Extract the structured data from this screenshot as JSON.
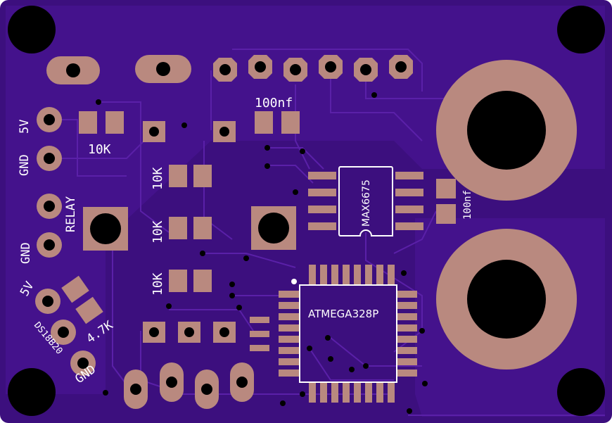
{
  "board": {
    "colors": {
      "substrate": "#3c0f7e",
      "copper_fill": "#4a1594",
      "trace": "#5a20a8",
      "pad": "#b9897f",
      "hole": "#000000",
      "silkscreen": "#ffffff"
    },
    "labels": {
      "res_top": "10K",
      "res_a": "10K",
      "res_b": "10K",
      "res_c": "10K",
      "res_pullup": "4.7K",
      "cap_top": "100nf",
      "cap_right": "100nf",
      "thermo_chip": "MAX6675",
      "mcu_chip": "ATMEGA328P",
      "pin_5v_a": "5V",
      "pin_gnd_a": "GND",
      "pin_relay": "RELAY",
      "pin_gnd_b": "GND",
      "pin_5v_b": "5V",
      "pin_sensor": "DS18B20",
      "pin_gnd_c": "GND"
    },
    "icons": [
      "mounting-hole-icon",
      "through-hole-pad-icon",
      "smd-pad-icon",
      "ic-outline-icon"
    ]
  }
}
